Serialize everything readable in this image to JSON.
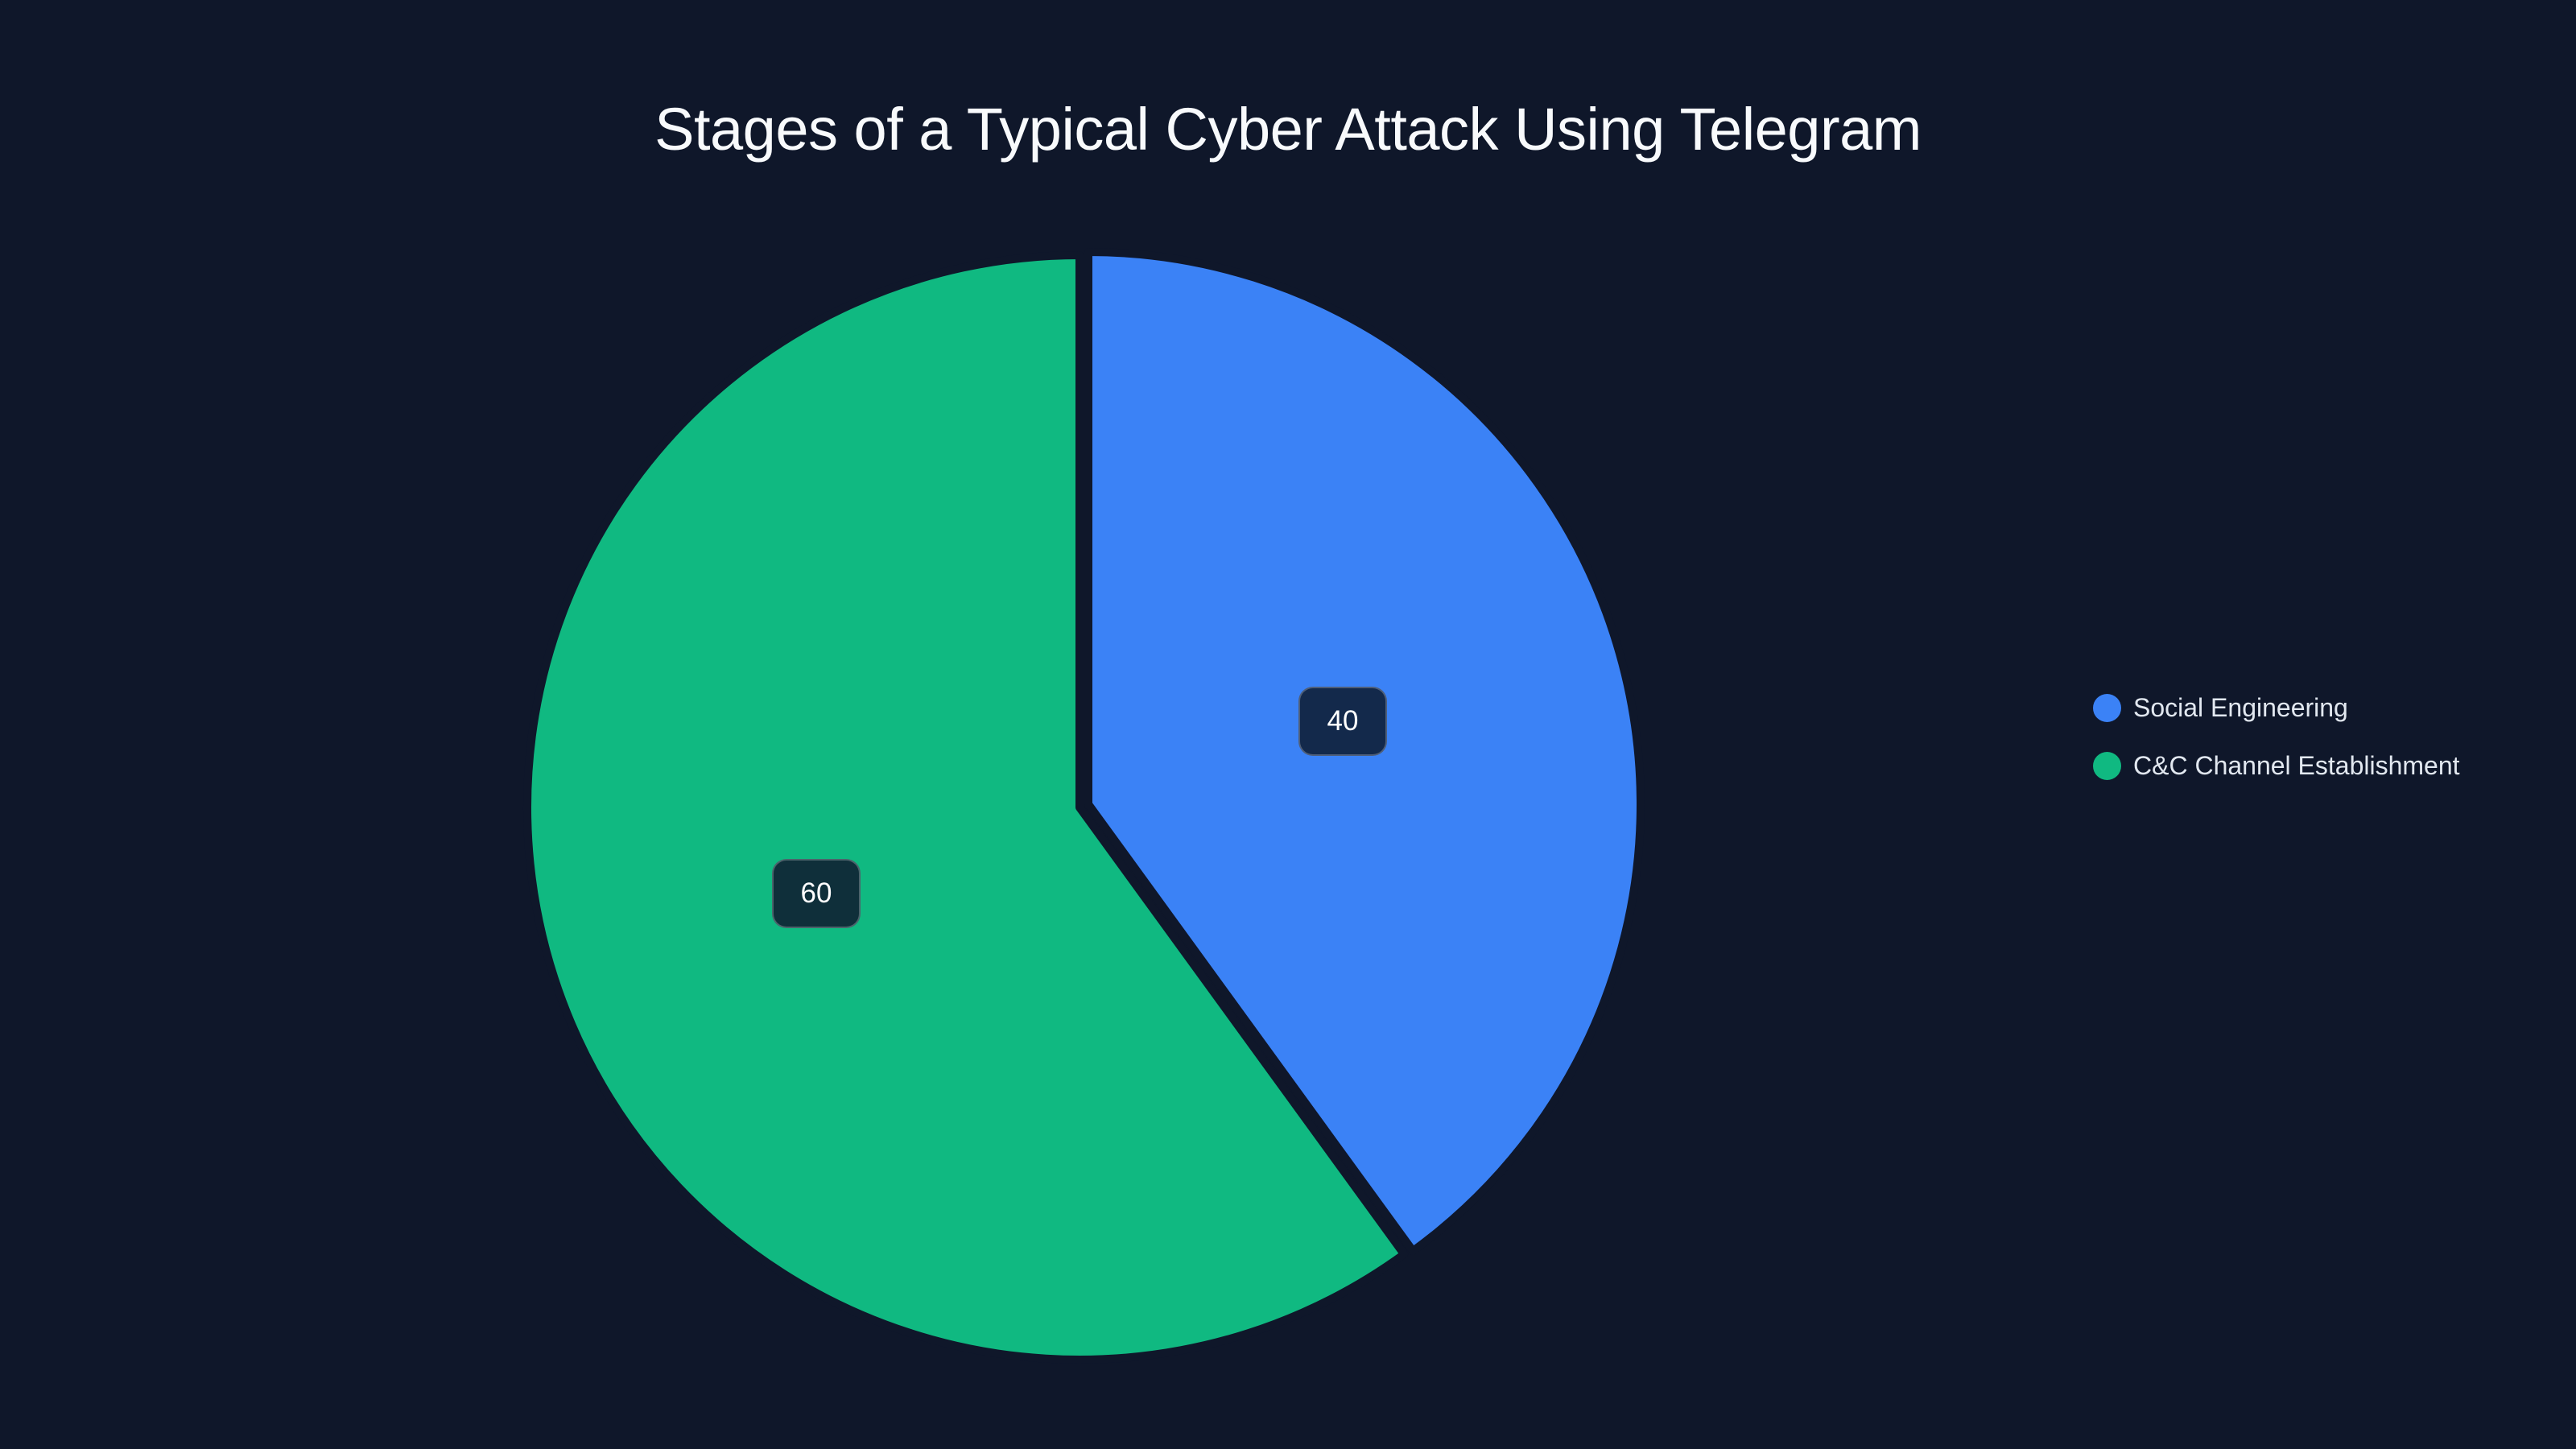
{
  "title": "Stages of a Typical Cyber Attack Using Telegram",
  "colors": {
    "background": "#0f172a",
    "social_engineering": "#3b82f6",
    "cc_channel": "#10b981",
    "label_bg_blue": "#13294b",
    "label_bg_green": "#0f2f3a"
  },
  "legend": {
    "items": [
      {
        "label": "Social Engineering",
        "color": "#3b82f6"
      },
      {
        "label": "C&C Channel Establishment",
        "color": "#10b981"
      }
    ]
  },
  "slice_labels": {
    "social_engineering": "40",
    "cc_channel": "60"
  },
  "chart_data": {
    "type": "pie",
    "title": "Stages of a Typical Cyber Attack Using Telegram",
    "categories": [
      "Social Engineering",
      "C&C Channel Establishment"
    ],
    "values": [
      40,
      60
    ],
    "colors": [
      "#3b82f6",
      "#10b981"
    ],
    "legend_position": "right",
    "data_labels": [
      "40",
      "60"
    ]
  }
}
